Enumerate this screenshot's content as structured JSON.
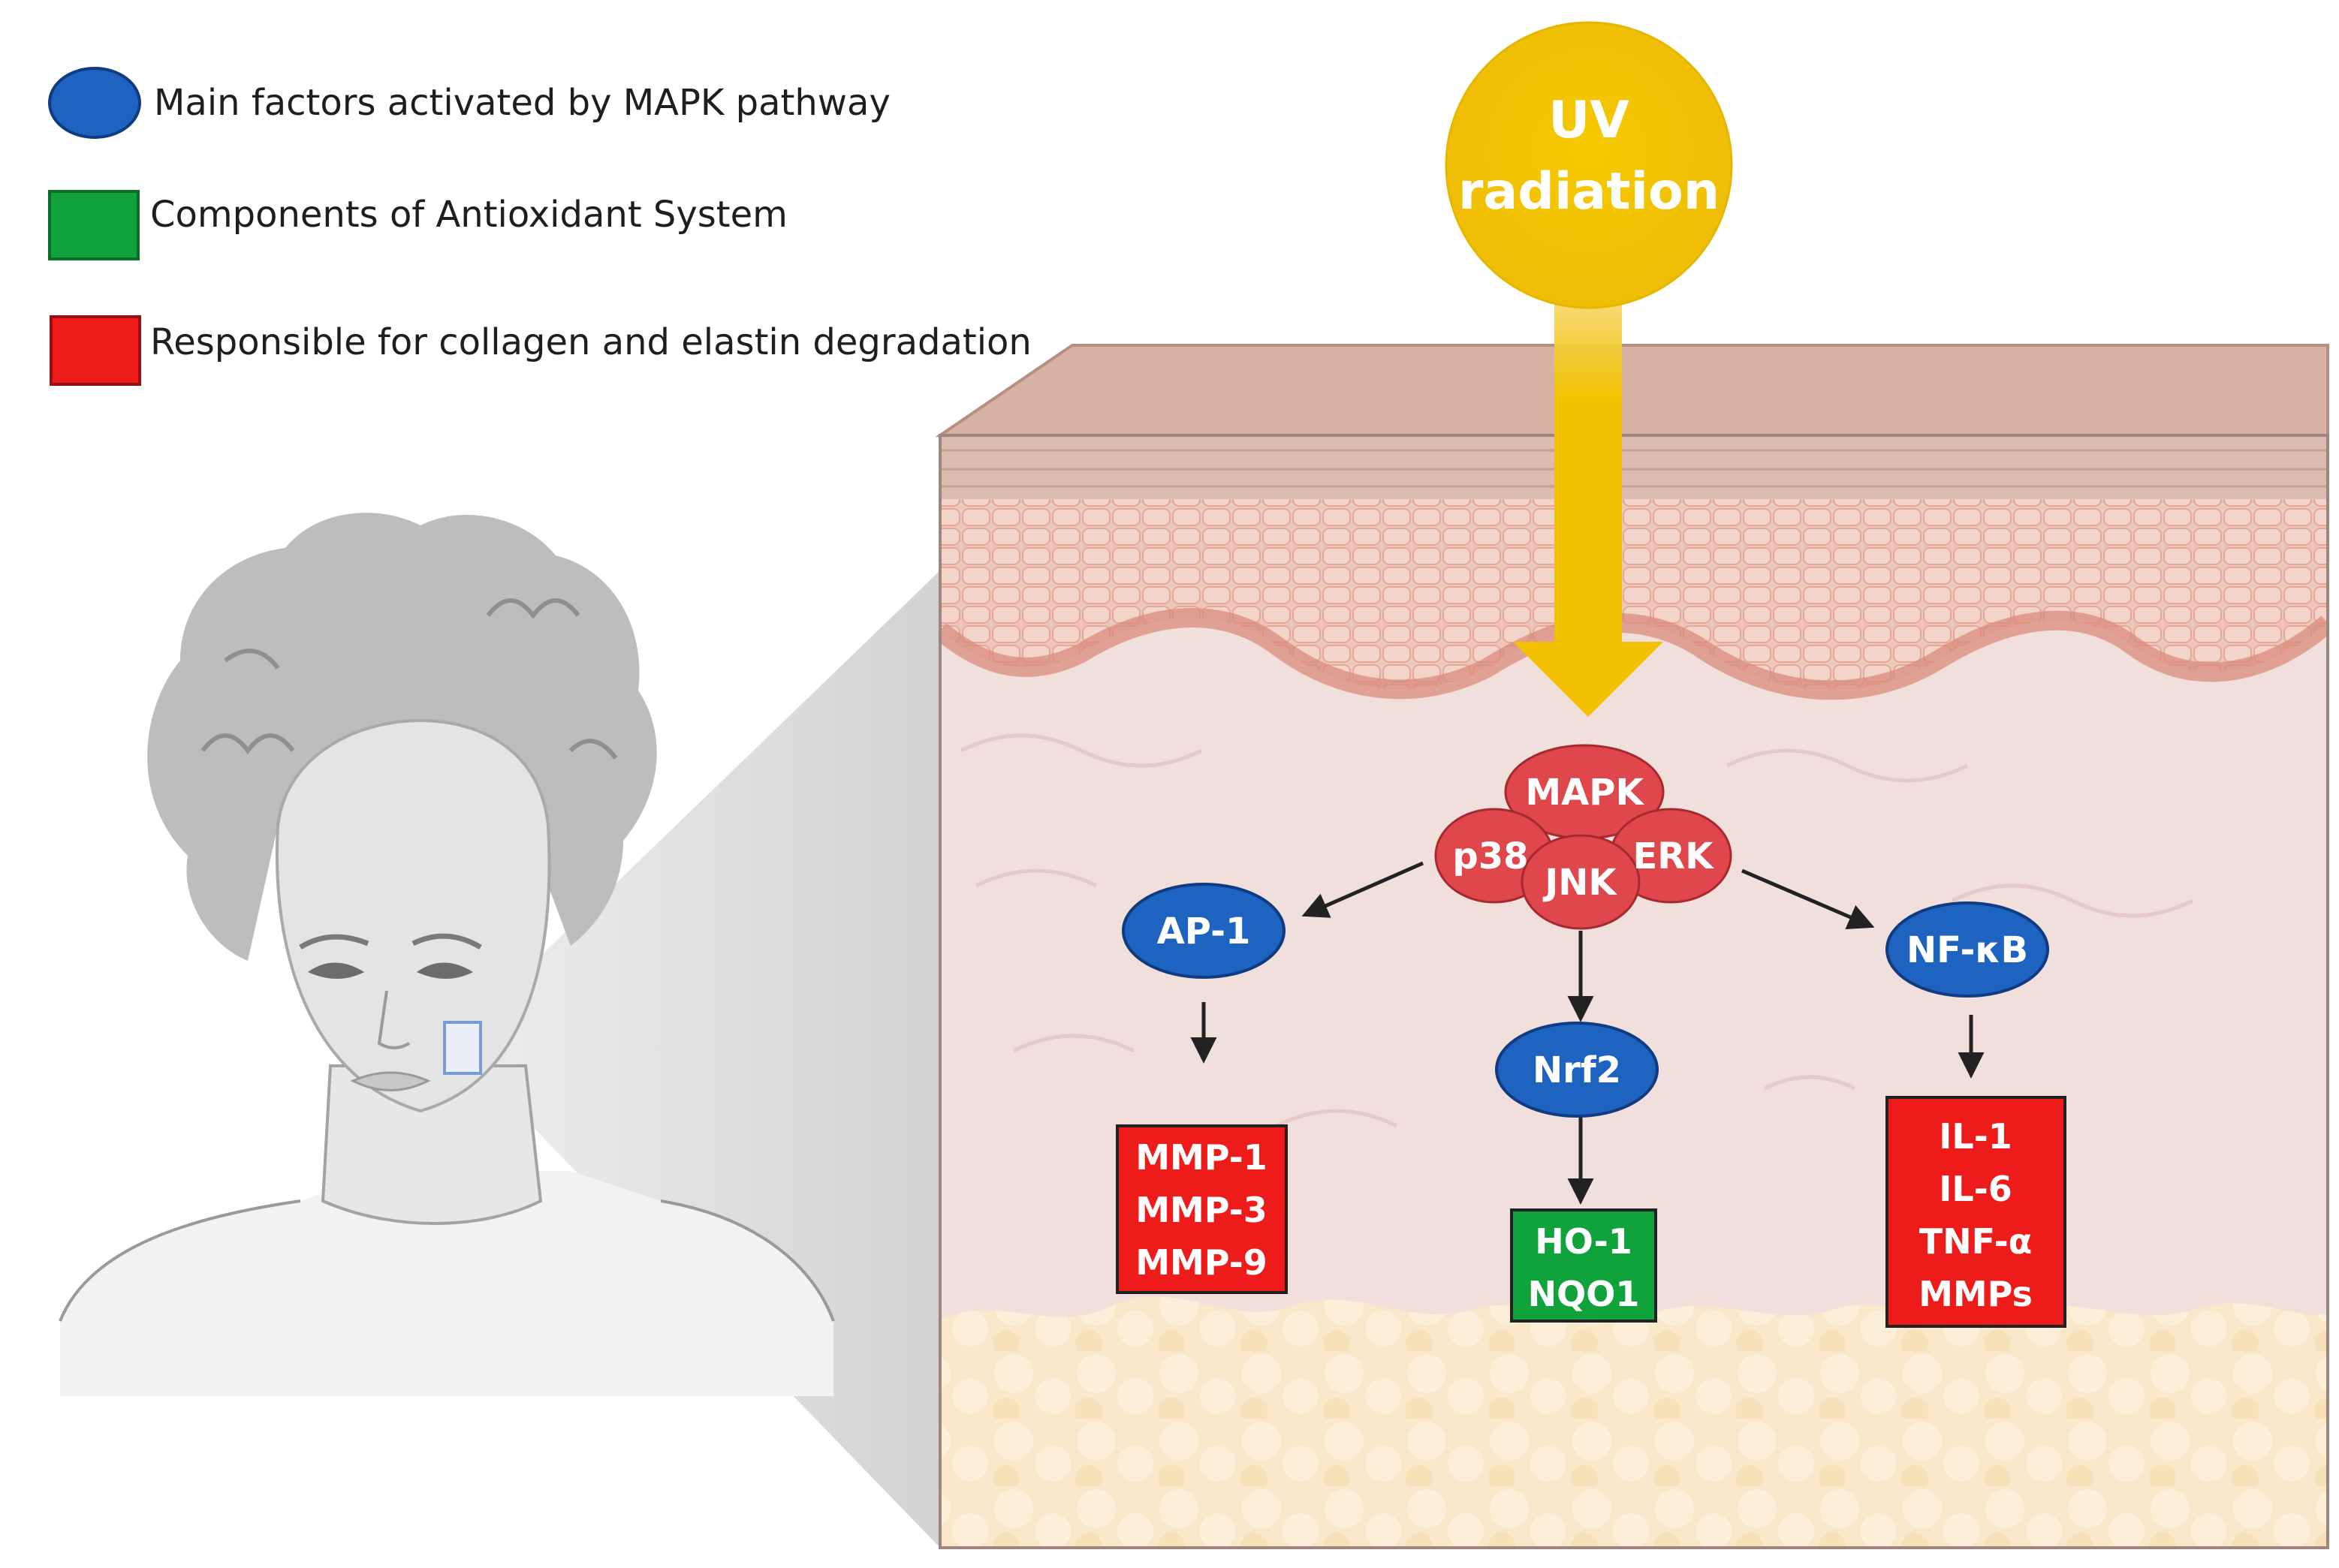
{
  "legend": [
    {
      "shape": "ellipse",
      "color": "#1f63c0",
      "label": "Main factors activated by MAPK pathway"
    },
    {
      "shape": "rect",
      "color": "#10a33c",
      "label": "Components of Antioxidant System"
    },
    {
      "shape": "rect",
      "color": "#ee1b1b",
      "label": "Responsible for collagen and elastin degradation"
    }
  ],
  "uv": {
    "line1": "UV",
    "line2": "radiation",
    "color": "#f1c40f"
  },
  "mapk_cluster": {
    "top": "MAPK",
    "left": "p38",
    "center": "JNK",
    "right": "ERK",
    "color": "#e0474c"
  },
  "pathways": {
    "left": {
      "factor": "AP-1",
      "targets": [
        "MMP-1",
        "MMP-3",
        "MMP-9"
      ]
    },
    "middle": {
      "factor": "Nrf2",
      "targets": [
        "HO-1",
        "NQO1"
      ]
    },
    "right": {
      "factor": "NF-κB",
      "targets": [
        "IL-1",
        "IL-6",
        "TNF-α",
        "MMPs"
      ]
    }
  },
  "colors": {
    "factor": "#1f63c0",
    "antioxidant": "#10a33c",
    "degradation": "#ee1b1b",
    "skin_surface": "#d8b2a5",
    "dermis": "#f1dfdb",
    "epidermis": "#eab5a8",
    "fat": "#f7e5c4",
    "zoom_shadow": "#dcdcdc"
  }
}
